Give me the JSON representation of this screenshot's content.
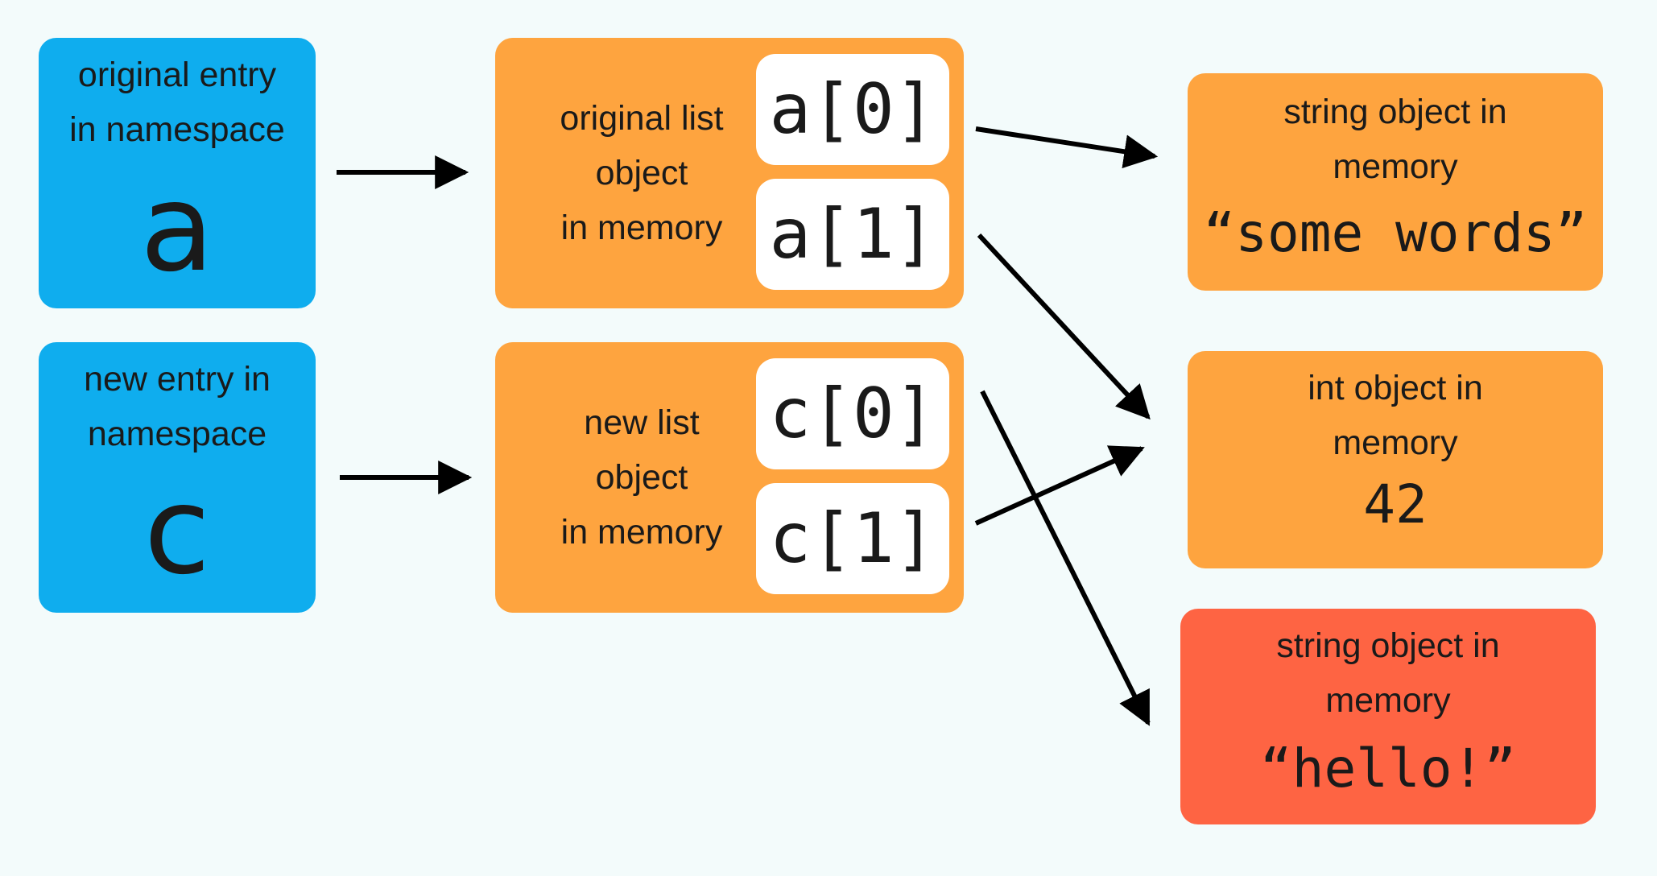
{
  "colors": {
    "background": "#f3fbfb",
    "namespace": "#0fadee",
    "memory": "#fea43f",
    "highlight": "#fe6443",
    "slot": "#ffffff",
    "arrow": "#000000"
  },
  "namespace_a": {
    "label": "original entry\nin namespace",
    "name": "a"
  },
  "namespace_c": {
    "label": "new entry in\nnamespace",
    "name": "c"
  },
  "list_a": {
    "label": "original list\nobject\nin memory",
    "slots": [
      "a[0]",
      "a[1]"
    ]
  },
  "list_c": {
    "label": "new list\nobject\nin memory",
    "slots": [
      "c[0]",
      "c[1]"
    ]
  },
  "string_obj": {
    "label": "string object in\nmemory",
    "value": "“some words”"
  },
  "int_obj": {
    "label": "int object in\nmemory",
    "value": "42"
  },
  "hello_obj": {
    "label": "string object in\nmemory",
    "value": "“hello!”"
  },
  "arrows": [
    {
      "from": "namespace-a",
      "to": "list-a"
    },
    {
      "from": "namespace-c",
      "to": "list-c"
    },
    {
      "from": "a[0]",
      "to": "string-object"
    },
    {
      "from": "a[1]",
      "to": "int-object"
    },
    {
      "from": "c[0]",
      "to": "hello-object"
    },
    {
      "from": "c[1]",
      "to": "int-object"
    }
  ]
}
